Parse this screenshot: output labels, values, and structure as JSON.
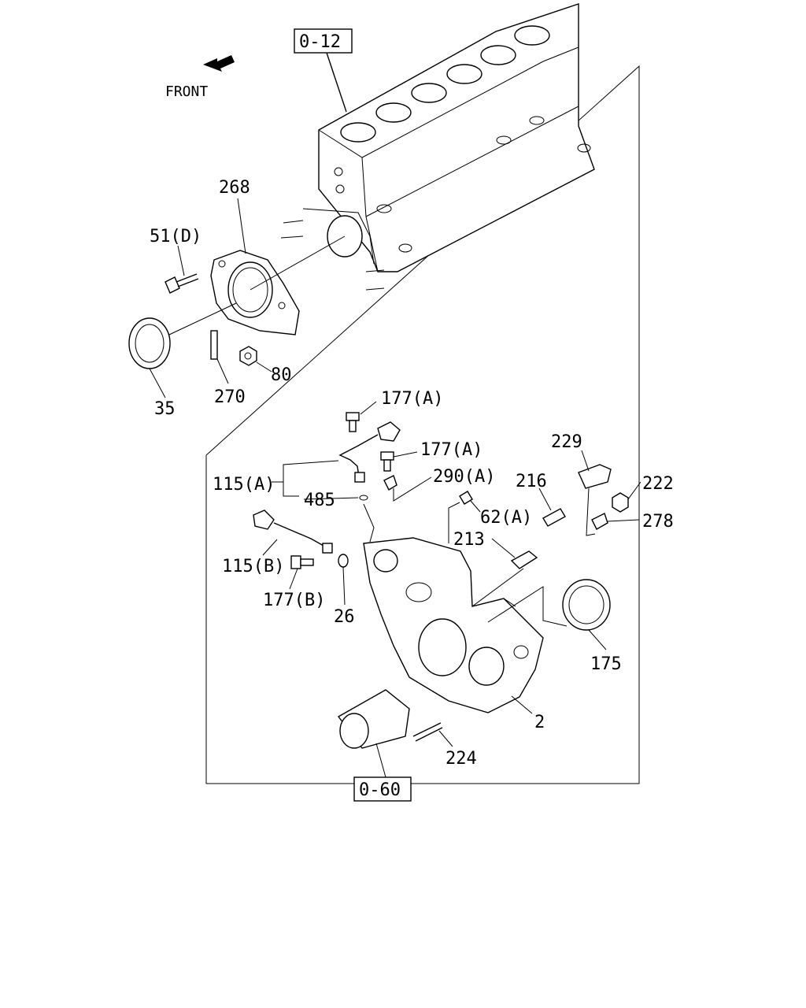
{
  "front_label": "FRONT",
  "refs": {
    "block": "0-12",
    "starter": "0-60"
  },
  "callouts": [
    {
      "key": "p268",
      "text": "268"
    },
    {
      "key": "p51d",
      "text": "51(D)"
    },
    {
      "key": "p35",
      "text": "35"
    },
    {
      "key": "p270",
      "text": "270"
    },
    {
      "key": "p80",
      "text": "80"
    },
    {
      "key": "p177a_1",
      "text": "177(A)"
    },
    {
      "key": "p177a_2",
      "text": "177(A)"
    },
    {
      "key": "p290a",
      "text": "290(A)"
    },
    {
      "key": "p115a",
      "text": "115(A)"
    },
    {
      "key": "p485",
      "text": "485"
    },
    {
      "key": "p62a",
      "text": "62(A)"
    },
    {
      "key": "p229",
      "text": "229"
    },
    {
      "key": "p216",
      "text": "216"
    },
    {
      "key": "p222",
      "text": "222"
    },
    {
      "key": "p278",
      "text": "278"
    },
    {
      "key": "p213",
      "text": "213"
    },
    {
      "key": "p115b",
      "text": "115(B)"
    },
    {
      "key": "p177b",
      "text": "177(B)"
    },
    {
      "key": "p26",
      "text": "26"
    },
    {
      "key": "p175",
      "text": "175"
    },
    {
      "key": "p2",
      "text": "2"
    },
    {
      "key": "p224",
      "text": "224"
    }
  ]
}
